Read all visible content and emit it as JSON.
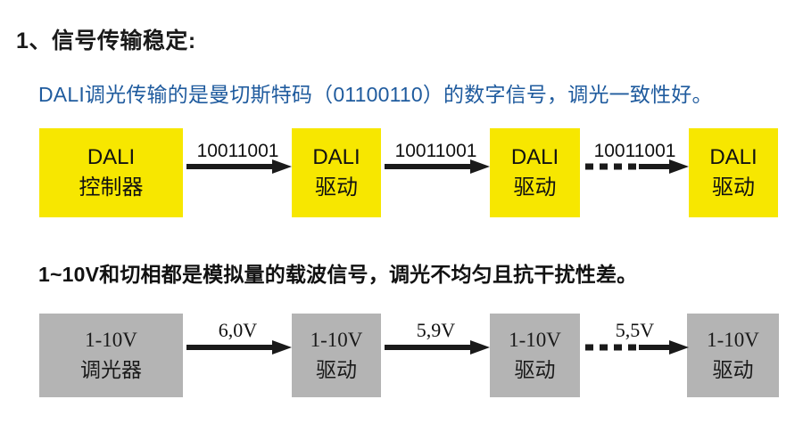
{
  "slide": {
    "background_color": "#ffffff",
    "heading": "1、信号传输稳定:",
    "accent_blue": "#1f5b9e",
    "yellow_box_color": "#f7e700",
    "gray_box_color": "#b4b4b4"
  },
  "section_dali": {
    "description": "DALI调光传输的是曼切斯特码（01100110）的数字信号，调光一致性好。",
    "nodes": [
      {
        "line1": "DALI",
        "line2": "控制器"
      },
      {
        "line1": "DALI",
        "line2": "驱动"
      },
      {
        "line1": "DALI",
        "line2": "驱动"
      },
      {
        "line1": "DALI",
        "line2": "驱动"
      }
    ],
    "arrows": [
      {
        "label": "10011001",
        "style": "solid"
      },
      {
        "label": "10011001",
        "style": "solid"
      },
      {
        "label": "10011001",
        "style": "dashed"
      }
    ]
  },
  "section_analog": {
    "description": "1~10V和切相都是模拟量的载波信号，调光不均匀且抗干扰性差。",
    "nodes": [
      {
        "line1": "1-10V",
        "line2": "调光器"
      },
      {
        "line1": "1-10V",
        "line2": "驱动"
      },
      {
        "line1": "1-10V",
        "line2": "驱动"
      },
      {
        "line1": "1-10V",
        "line2": "驱动"
      }
    ],
    "arrows": [
      {
        "label": "6,0V",
        "style": "solid"
      },
      {
        "label": "5,9V",
        "style": "solid"
      },
      {
        "label": "5,5V",
        "style": "dashed"
      }
    ]
  }
}
